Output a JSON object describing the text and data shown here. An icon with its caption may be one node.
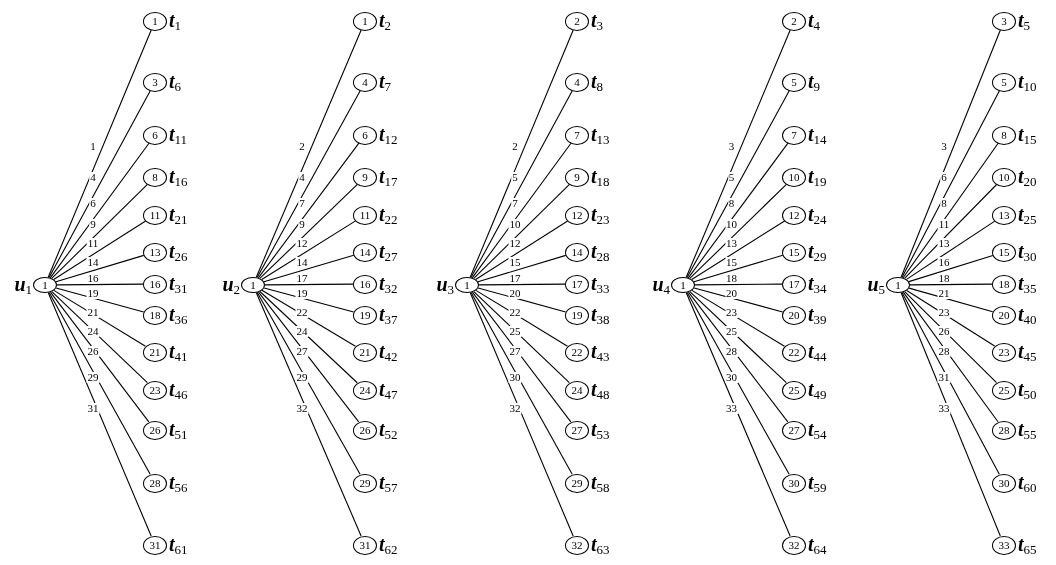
{
  "diagram": {
    "nodes": [
      {
        "text": [
          "1"
        ],
        "beside": [
          "u$_{1}$"
        ]
      },
      {
        "text": [
          "1"
        ],
        "beside": [
          "t$_{1}$"
        ]
      },
      {
        "text": [
          "3"
        ],
        "beside": [
          "t$_{6}$"
        ]
      },
      {
        "text": [
          "6"
        ],
        "beside": [
          "t$_{11}$"
        ]
      },
      {
        "text": [
          "8"
        ],
        "beside": [
          "t$_{16}$"
        ]
      },
      {
        "text": [
          "11"
        ],
        "beside": [
          "t$_{21}$"
        ]
      },
      {
        "text": [
          "13"
        ],
        "beside": [
          "t$_{26}$"
        ]
      },
      {
        "text": [
          "16"
        ],
        "beside": [
          "t$_{31}$"
        ]
      },
      {
        "text": [
          "18"
        ],
        "beside": [
          "t$_{36}$"
        ]
      },
      {
        "text": [
          "21"
        ],
        "beside": [
          "t$_{41}$"
        ]
      },
      {
        "text": [
          "23"
        ],
        "beside": [
          "t$_{46}$"
        ]
      },
      {
        "text": [
          "26"
        ],
        "beside": [
          "t$_{51}$"
        ]
      },
      {
        "text": [
          "28"
        ],
        "beside": [
          "t$_{56}$"
        ]
      },
      {
        "text": [
          "31"
        ],
        "beside": [
          "t$_{61}$"
        ]
      },
      {
        "text": [
          "1"
        ],
        "beside": [
          "u$_{2}$"
        ]
      },
      {
        "text": [
          "1"
        ],
        "beside": [
          "t$_{2}$"
        ]
      },
      {
        "text": [
          "4"
        ],
        "beside": [
          "t$_{7}$"
        ]
      },
      {
        "text": [
          "6"
        ],
        "beside": [
          "t$_{12}$"
        ]
      },
      {
        "text": [
          "9"
        ],
        "beside": [
          "t$_{17}$"
        ]
      },
      {
        "text": [
          "11"
        ],
        "beside": [
          "t$_{22}$"
        ]
      },
      {
        "text": [
          "14"
        ],
        "beside": [
          "t$_{27}$"
        ]
      },
      {
        "text": [
          "16"
        ],
        "beside": [
          "t$_{32}$"
        ]
      },
      {
        "text": [
          "19"
        ],
        "beside": [
          "t$_{37}$"
        ]
      },
      {
        "text": [
          "21"
        ],
        "beside": [
          "t$_{42}$"
        ]
      },
      {
        "text": [
          "24"
        ],
        "beside": [
          "t$_{47}$"
        ]
      },
      {
        "text": [
          "26"
        ],
        "beside": [
          "t$_{52}$"
        ]
      },
      {
        "text": [
          "29"
        ],
        "beside": [
          "t$_{57}$"
        ]
      },
      {
        "text": [
          "31"
        ],
        "beside": [
          "t$_{62}$"
        ]
      },
      {
        "text": [
          "1"
        ],
        "beside": [
          "u$_{3}$"
        ]
      },
      {
        "text": [
          "2"
        ],
        "beside": [
          "t$_{3}$"
        ]
      },
      {
        "text": [
          "4"
        ],
        "beside": [
          "t$_{8}$"
        ]
      },
      {
        "text": [
          "7"
        ],
        "beside": [
          "t$_{13}$"
        ]
      },
      {
        "text": [
          "9"
        ],
        "beside": [
          "t$_{18}$"
        ]
      },
      {
        "text": [
          "12"
        ],
        "beside": [
          "t$_{23}$"
        ]
      },
      {
        "text": [
          "14"
        ],
        "beside": [
          "t$_{28}$"
        ]
      },
      {
        "text": [
          "17"
        ],
        "beside": [
          "t$_{33}$"
        ]
      },
      {
        "text": [
          "19"
        ],
        "beside": [
          "t$_{38}$"
        ]
      },
      {
        "text": [
          "22"
        ],
        "beside": [
          "t$_{43}$"
        ]
      },
      {
        "text": [
          "24"
        ],
        "beside": [
          "t$_{48}$"
        ]
      },
      {
        "text": [
          "27"
        ],
        "beside": [
          "t$_{53}$"
        ]
      },
      {
        "text": [
          "29"
        ],
        "beside": [
          "t$_{58}$"
        ]
      },
      {
        "text": [
          "32"
        ],
        "beside": [
          "t$_{63}$"
        ]
      },
      {
        "text": [
          "1"
        ],
        "beside": [
          "u$_{4}$"
        ]
      },
      {
        "text": [
          "2"
        ],
        "beside": [
          "t$_{4}$"
        ]
      },
      {
        "text": [
          "5"
        ],
        "beside": [
          "t$_{9}$"
        ]
      },
      {
        "text": [
          "7"
        ],
        "beside": [
          "t$_{14}$"
        ]
      },
      {
        "text": [
          "10"
        ],
        "beside": [
          "t$_{19}$"
        ]
      },
      {
        "text": [
          "12"
        ],
        "beside": [
          "t$_{24}$"
        ]
      },
      {
        "text": [
          "15"
        ],
        "beside": [
          "t$_{29}$"
        ]
      },
      {
        "text": [
          "17"
        ],
        "beside": [
          "t$_{34}$"
        ]
      },
      {
        "text": [
          "20"
        ],
        "beside": [
          "t$_{39}$"
        ]
      },
      {
        "text": [
          "22"
        ],
        "beside": [
          "t$_{44}$"
        ]
      },
      {
        "text": [
          "25"
        ],
        "beside": [
          "t$_{49}$"
        ]
      },
      {
        "text": [
          "27"
        ],
        "beside": [
          "t$_{54}$"
        ]
      },
      {
        "text": [
          "30"
        ],
        "beside": [
          "t$_{59}$"
        ]
      },
      {
        "text": [
          "32"
        ],
        "beside": [
          "t$_{64}$"
        ]
      },
      {
        "text": [
          "1"
        ],
        "beside": [
          "u$_{5}$"
        ]
      },
      {
        "text": [
          "3"
        ],
        "beside": [
          "t$_{5}$"
        ]
      },
      {
        "text": [
          "5"
        ],
        "beside": [
          "t$_{10}$"
        ]
      },
      {
        "text": [
          "8"
        ],
        "beside": [
          "t$_{15}$"
        ]
      },
      {
        "text": [
          "10"
        ],
        "beside": [
          "t$_{20}$"
        ]
      },
      {
        "text": [
          "13"
        ],
        "beside": [
          "t$_{25}$"
        ]
      },
      {
        "text": [
          "15"
        ],
        "beside": [
          "t$_{30}$"
        ]
      },
      {
        "text": [
          "18"
        ],
        "beside": [
          "t$_{35}$"
        ]
      },
      {
        "text": [
          "20"
        ],
        "beside": [
          "t$_{40}$"
        ]
      },
      {
        "text": [
          "23"
        ],
        "beside": [
          "t$_{45}$"
        ]
      },
      {
        "text": [
          "25"
        ],
        "beside": [
          "t$_{50}$"
        ]
      },
      {
        "text": [
          "28"
        ],
        "beside": [
          "t$_{55}$"
        ]
      },
      {
        "text": [
          "30"
        ],
        "beside": [
          "t$_{60}$"
        ]
      },
      {
        "text": [
          "33"
        ],
        "beside": [
          "t$_{65}$"
        ]
      }
    ],
    "edges": [
      {
        "from": 0,
        "to": 1,
        "arrow": "none",
        "label": "1"
      },
      {
        "from": 0,
        "to": 2,
        "arrow": "none",
        "label": "4"
      },
      {
        "from": 0,
        "to": 3,
        "arrow": "none",
        "label": "6"
      },
      {
        "from": 0,
        "to": 4,
        "arrow": "none",
        "label": "9"
      },
      {
        "from": 0,
        "to": 5,
        "arrow": "none",
        "label": "11"
      },
      {
        "from": 0,
        "to": 6,
        "arrow": "none",
        "label": "14"
      },
      {
        "from": 0,
        "to": 7,
        "arrow": "none",
        "label": "16"
      },
      {
        "from": 0,
        "to": 8,
        "arrow": "none",
        "label": "19"
      },
      {
        "from": 0,
        "to": 9,
        "arrow": "none",
        "label": "21"
      },
      {
        "from": 0,
        "to": 10,
        "arrow": "none",
        "label": "24"
      },
      {
        "from": 0,
        "to": 11,
        "arrow": "none",
        "label": "26"
      },
      {
        "from": 0,
        "to": 12,
        "arrow": "none",
        "label": "29"
      },
      {
        "from": 0,
        "to": 13,
        "arrow": "none",
        "label": "31"
      },
      {
        "from": 14,
        "to": 15,
        "arrow": "none",
        "label": "2"
      },
      {
        "from": 14,
        "to": 16,
        "arrow": "none",
        "label": "4"
      },
      {
        "from": 14,
        "to": 17,
        "arrow": "none",
        "label": "7"
      },
      {
        "from": 14,
        "to": 18,
        "arrow": "none",
        "label": "9"
      },
      {
        "from": 14,
        "to": 19,
        "arrow": "none",
        "label": "12"
      },
      {
        "from": 14,
        "to": 20,
        "arrow": "none",
        "label": "14"
      },
      {
        "from": 14,
        "to": 21,
        "arrow": "none",
        "label": "17"
      },
      {
        "from": 14,
        "to": 22,
        "arrow": "none",
        "label": "19"
      },
      {
        "from": 14,
        "to": 23,
        "arrow": "none",
        "label": "22"
      },
      {
        "from": 14,
        "to": 24,
        "arrow": "none",
        "label": "24"
      },
      {
        "from": 14,
        "to": 25,
        "arrow": "none",
        "label": "27"
      },
      {
        "from": 14,
        "to": 26,
        "arrow": "none",
        "label": "29"
      },
      {
        "from": 14,
        "to": 27,
        "arrow": "none",
        "label": "32"
      },
      {
        "from": 28,
        "to": 29,
        "arrow": "none",
        "label": "2"
      },
      {
        "from": 28,
        "to": 30,
        "arrow": "none",
        "label": "5"
      },
      {
        "from": 28,
        "to": 31,
        "arrow": "none",
        "label": "7"
      },
      {
        "from": 28,
        "to": 32,
        "arrow": "none",
        "label": "10"
      },
      {
        "from": 28,
        "to": 33,
        "arrow": "none",
        "label": "12"
      },
      {
        "from": 28,
        "to": 34,
        "arrow": "none",
        "label": "15"
      },
      {
        "from": 28,
        "to": 35,
        "arrow": "none",
        "label": "17"
      },
      {
        "from": 28,
        "to": 36,
        "arrow": "none",
        "label": "20"
      },
      {
        "from": 28,
        "to": 37,
        "arrow": "none",
        "label": "22"
      },
      {
        "from": 28,
        "to": 38,
        "arrow": "none",
        "label": "25"
      },
      {
        "from": 28,
        "to": 39,
        "arrow": "none",
        "label": "27"
      },
      {
        "from": 28,
        "to": 40,
        "arrow": "none",
        "label": "30"
      },
      {
        "from": 28,
        "to": 41,
        "arrow": "none",
        "label": "32"
      },
      {
        "from": 42,
        "to": 43,
        "arrow": "none",
        "label": "3"
      },
      {
        "from": 42,
        "to": 44,
        "arrow": "none",
        "label": "5"
      },
      {
        "from": 42,
        "to": 45,
        "arrow": "none",
        "label": "8"
      },
      {
        "from": 42,
        "to": 46,
        "arrow": "none",
        "label": "10"
      },
      {
        "from": 42,
        "to": 47,
        "arrow": "none",
        "label": "13"
      },
      {
        "from": 42,
        "to": 48,
        "arrow": "none",
        "label": "15"
      },
      {
        "from": 42,
        "to": 49,
        "arrow": "none",
        "label": "18"
      },
      {
        "from": 42,
        "to": 50,
        "arrow": "none",
        "label": "20"
      },
      {
        "from": 42,
        "to": 51,
        "arrow": "none",
        "label": "23"
      },
      {
        "from": 42,
        "to": 52,
        "arrow": "none",
        "label": "25"
      },
      {
        "from": 42,
        "to": 53,
        "arrow": "none",
        "label": "28"
      },
      {
        "from": 42,
        "to": 54,
        "arrow": "none",
        "label": "30"
      },
      {
        "from": 42,
        "to": 55,
        "arrow": "none",
        "label": "33"
      },
      {
        "from": 56,
        "to": 57,
        "arrow": "none",
        "label": "3"
      },
      {
        "from": 56,
        "to": 58,
        "arrow": "none",
        "label": "6"
      },
      {
        "from": 56,
        "to": 59,
        "arrow": "none",
        "label": "8"
      },
      {
        "from": 56,
        "to": 60,
        "arrow": "none",
        "label": "11"
      },
      {
        "from": 56,
        "to": 61,
        "arrow": "none",
        "label": "13"
      },
      {
        "from": 56,
        "to": 62,
        "arrow": "none",
        "label": "16"
      },
      {
        "from": 56,
        "to": 63,
        "arrow": "none",
        "label": "18"
      },
      {
        "from": 56,
        "to": 64,
        "arrow": "none",
        "label": "21"
      },
      {
        "from": 56,
        "to": 65,
        "arrow": "none",
        "label": "23"
      },
      {
        "from": 56,
        "to": 66,
        "arrow": "none",
        "label": "26"
      },
      {
        "from": 56,
        "to": 67,
        "arrow": "none",
        "label": "28"
      },
      {
        "from": 56,
        "to": 68,
        "arrow": "none",
        "label": "31"
      },
      {
        "from": 56,
        "to": 69,
        "arrow": "none",
        "label": "33"
      }
    ]
  }
}
